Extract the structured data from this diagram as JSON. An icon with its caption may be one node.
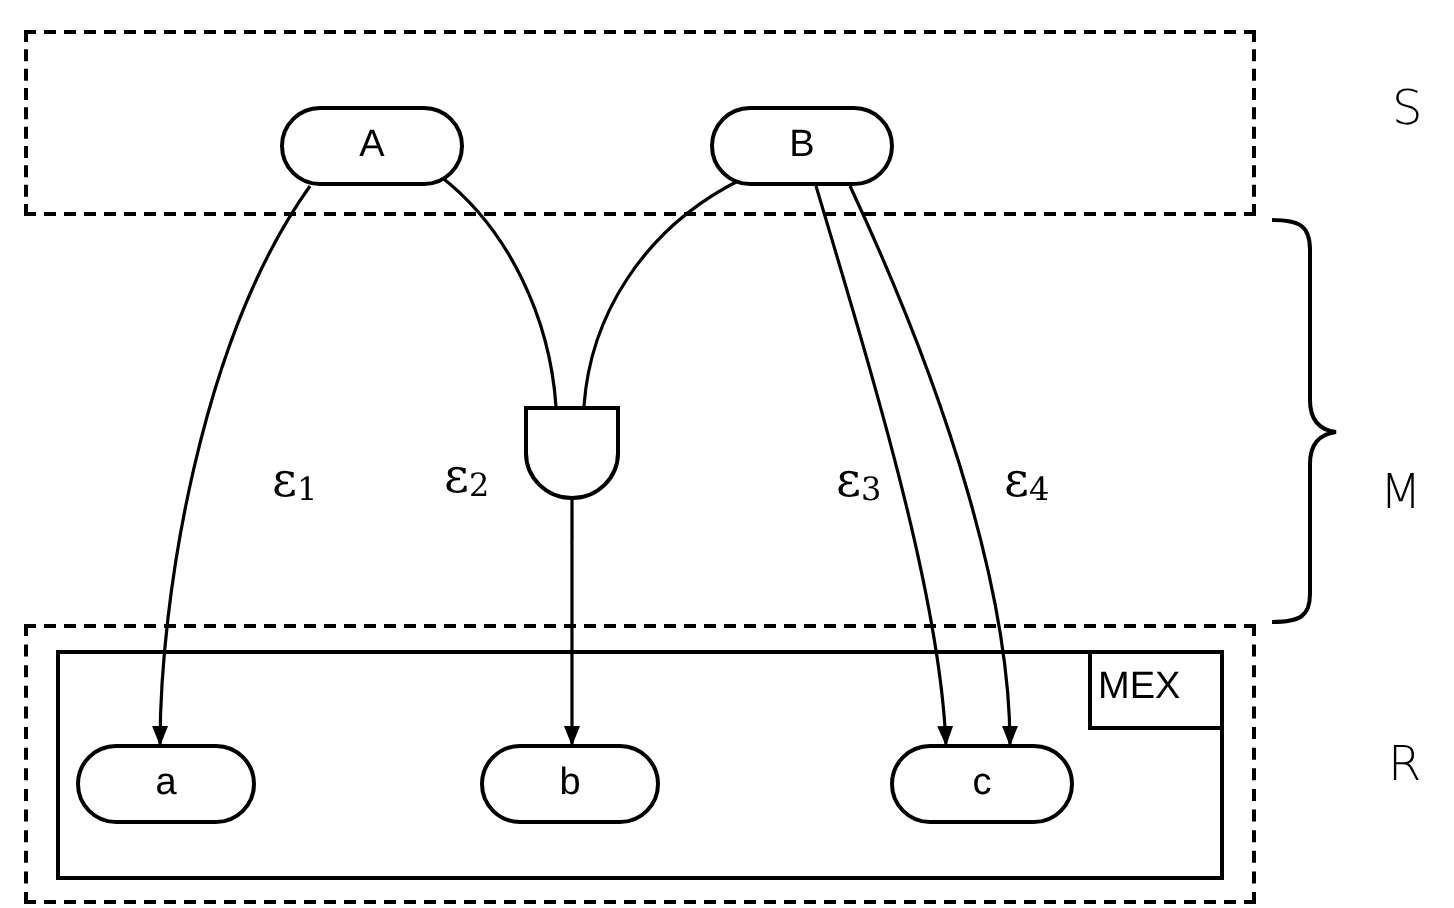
{
  "diagram": {
    "nodes": [
      {
        "text": [],
        "shape": "box",
        "beside": [
          "S"
        ]
      },
      {
        "text": [
          "A"
        ],
        "in": 0
      },
      {
        "text": [
          "B"
        ],
        "in": 0
      },
      {
        "text": [],
        "shape": "gate",
        "beside": [
          "ε$_{2}$"
        ]
      },
      {
        "text": [],
        "shape": "box",
        "beside": [
          "R"
        ]
      },
      {
        "text": [
          "MEX"
        ],
        "in": 4
      },
      {
        "text": [
          "a"
        ],
        "in": 5
      },
      {
        "text": [
          "b"
        ],
        "in": 5
      },
      {
        "text": [
          "c"
        ],
        "in": 5
      }
    ],
    "edges": [
      {
        "from": 1,
        "to": 6,
        "arrow": "to",
        "label": "ε$_{1}$"
      },
      {
        "from": 1,
        "to": 3,
        "arrow": "none"
      },
      {
        "from": 2,
        "to": 3,
        "arrow": "none"
      },
      {
        "from": 3,
        "to": 7,
        "arrow": "to"
      },
      {
        "from": 2,
        "to": 8,
        "arrow": "to",
        "label": "ε$_{3}$"
      },
      {
        "from": 2,
        "to": 8,
        "arrow": "to",
        "label": "ε$_{4}$"
      }
    ],
    "labels": [
      "M"
    ]
  }
}
